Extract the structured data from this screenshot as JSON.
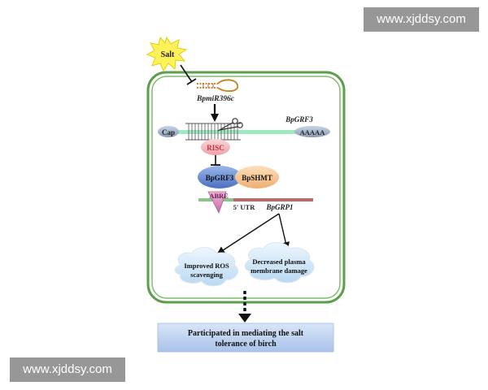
{
  "watermarks": {
    "top": "www.xjddsy.com",
    "bottom": "www.xjddsy.com"
  },
  "diagram": {
    "stimulus": "Salt",
    "mirna": "BpmiR396c",
    "target_gene": "BpGRF3",
    "cap_label": "Cap",
    "polya_label": "AAAAA",
    "risc_label": "RISC",
    "complex": {
      "left": "BpGRF3",
      "right": "BpSHMT"
    },
    "abre_label": "ABRE",
    "utr_label": "5' UTR",
    "downstream_gene": "BpGRP1",
    "outcomes": {
      "left_line1": "Improved ROS",
      "left_line2": "scavenging",
      "right_line1": "Decreased plasma",
      "right_line2": "membrane damage"
    },
    "conclusion": {
      "line1": "Participated in mediating the salt",
      "line2": "tolerance of birch"
    }
  },
  "colors": {
    "cell_border": "#5aa04a",
    "star": "#fff15a",
    "mrna": "#9fe8c4",
    "risc": "#f2b8bc",
    "grf3": "#6a8fd6",
    "shmt": "#f5c896",
    "abre": "#d888c0",
    "promoter": "#b56b6b",
    "conclusion_box": "#b8cfee"
  }
}
